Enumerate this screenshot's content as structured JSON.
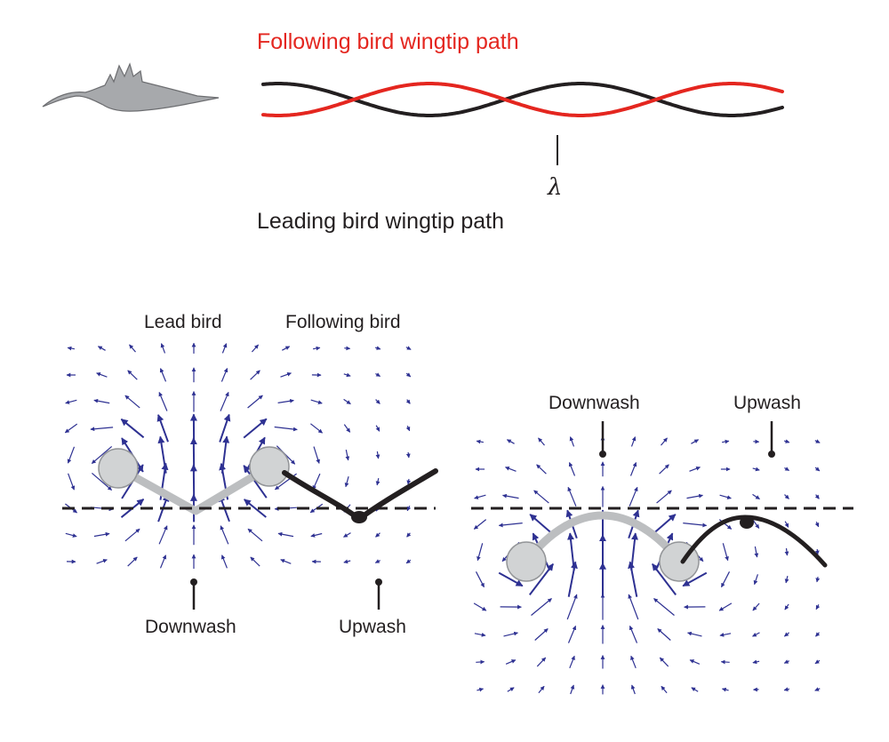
{
  "top_panel": {
    "following_path_label": "Following bird wingtip path",
    "leading_path_label": "Leading bird wingtip path",
    "wavelength_symbol": "λ",
    "colors": {
      "following": "#e4261f",
      "leading": "#231f20",
      "bird": "#a7a9ac"
    }
  },
  "bottom_left": {
    "lead_bird_label": "Lead bird",
    "following_bird_label": "Following bird",
    "downwash_label": "Downwash",
    "upwash_label": "Upwash"
  },
  "bottom_right": {
    "downwash_label": "Downwash",
    "upwash_label": "Upwash"
  },
  "colors": {
    "arrow": "#2e3192",
    "wing_gray": "#bcbec0",
    "vortex_fill": "#d1d3d4",
    "vortex_stroke": "#939598",
    "ink": "#231f20"
  },
  "icons": [
    "bird-silhouette-icon",
    "lambda-marker",
    "velocity-arrow-icon",
    "tip-vortex-icon"
  ]
}
